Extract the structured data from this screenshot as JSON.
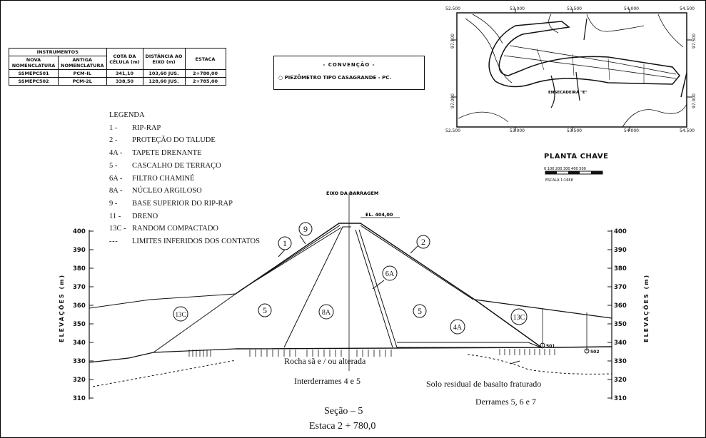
{
  "instruments_table": {
    "header_group": "INSTRUMENTOS",
    "headers": [
      "NOVA NOMENCLATURA",
      "ANTIGA NOMENCLATURA",
      "COTA DA CÉLULA (m)",
      "DISTÂNCIA AO EIXO (m)",
      "ESTACA"
    ],
    "rows": [
      [
        "SSMEPC501",
        "PCM-IL",
        "341,10",
        "103,60 JUS.",
        "2+780,00"
      ],
      [
        "SSMEPC502",
        "PCM-2L",
        "338,50",
        "128,60 JUS.",
        "2+785,00"
      ]
    ]
  },
  "convention": {
    "title": "- CONVENÇÃO -",
    "item": "PIEZÔMETRO TIPO CASAGRANDE - PC."
  },
  "legend": {
    "title": "LEGENDA",
    "items": [
      {
        "code": "1 -",
        "label": "RIP-RAP"
      },
      {
        "code": "2 -",
        "label": "PROTEÇÃO DO TALUDE"
      },
      {
        "code": "4A -",
        "label": "TAPETE DRENANTE"
      },
      {
        "code": "5 -",
        "label": "CASCALHO DE TERRAÇO"
      },
      {
        "code": "6A -",
        "label": "FILTRO CHAMINÉ"
      },
      {
        "code": "8A -",
        "label": "NÚCLEO ARGILOSO"
      },
      {
        "code": "9 -",
        "label": "BASE SUPERIOR DO RIP-RAP"
      },
      {
        "code": "11 -",
        "label": "DRENO"
      },
      {
        "code": "13C -",
        "label": "RANDOM COMPACTADO"
      },
      {
        "code": "",
        "label": "LIMITES INFERIDOS DOS CONTATOS"
      }
    ]
  },
  "key_plan": {
    "title": "PLANTA CHAVE",
    "scale": "ESCALA 1:1668",
    "scale_ticks": "0  100 200 300 400 500",
    "top_coords": [
      "52.500",
      "53.000",
      "53.500",
      "54.000",
      "54.500"
    ],
    "bottom_coords": [
      "52.500",
      "53.000",
      "53.500",
      "54.000",
      "54.500"
    ],
    "left_coords": [
      "97.500",
      "97.000"
    ],
    "right_coords": [
      "97.500",
      "97.000"
    ],
    "dike_label": "ENSECADEIRA \"E\""
  },
  "section": {
    "axis_label": "EIXO DA BARRAGEM",
    "crest_label": "EL. 404,00",
    "elevation_axis_title": "ELEVAÇÕES (m)",
    "elevation_ticks": [
      "400",
      "390",
      "380",
      "370",
      "360",
      "350",
      "340",
      "330",
      "320",
      "310"
    ],
    "zones": {
      "z1": "1",
      "z2": "2",
      "z9": "9",
      "z6a": "6A",
      "z5_left": "5",
      "z5_right": "5",
      "z8a": "8A",
      "z13c_left": "13C",
      "z13c_right": "13C",
      "z4a": "4A"
    },
    "piezometers": [
      "501",
      "502"
    ],
    "foundation_notes": {
      "rock": "Rocha sã e / ou alterada",
      "interflows": "Interderrames 4 e 5",
      "residual_soil": "Solo residual de basalto fraturado",
      "flows": "Derrames 5, 6 e 7"
    },
    "section_title": "Seção – 5",
    "station": "Estaca 2 + 780,0"
  }
}
